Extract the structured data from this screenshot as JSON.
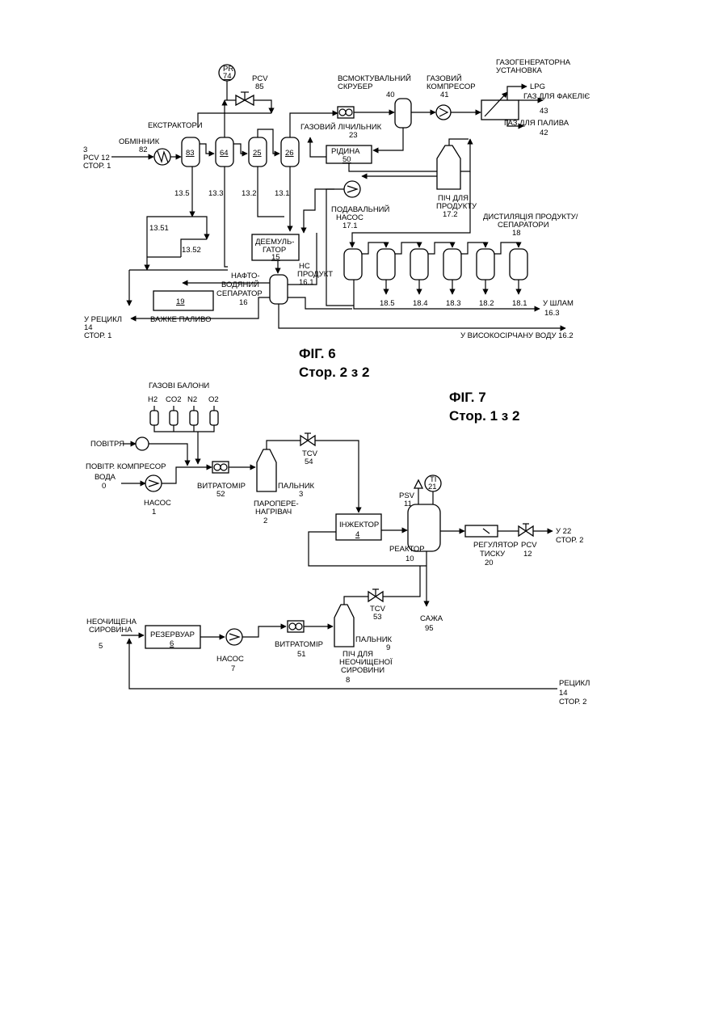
{
  "figure6": {
    "title": "ФІГ. 6",
    "page": "Стор. 2 з 2",
    "labels": {
      "input_num": "3",
      "input_pcv": "PCV 12",
      "input_page": "СТОР. 1",
      "exchanger": "ОБМІННИК",
      "exchanger_num": "82",
      "extractors": "ЕКСТРАКТОРИ",
      "pr": "PR",
      "pr_num": "74",
      "pcv": "PCV",
      "pcv_num": "85",
      "gas_meter": "ГАЗОВИЙ ЛІЧИЛЬНИК",
      "gas_meter_num": "23",
      "scrubber_1": "ВСМОКТУВАЛЬНИЙ",
      "scrubber_2": "СКРУБЕР",
      "scrubber_num": "40",
      "compressor_1": "ГАЗОВИЙ",
      "compressor_2": "КОМПРЕСОР",
      "compressor_num": "41",
      "gasgen_1": "ГАЗОГЕНЕРАТОРНА",
      "gasgen_2": "УСТАНОВКА",
      "lpg": "LPG",
      "flare_gas": "ГАЗ ДЛЯ ФАКЕЛІЄ",
      "flare_num": "43",
      "fuel_gas": "ГАЗ ДЛЯ ПАЛИВА",
      "fuel_num": "42",
      "liquid": "РІДИНА",
      "liquid_num": "50",
      "furnace_1": "ПІЧ ДЛЯ",
      "furnace_2": "ПРОДУКТУ",
      "furnace_num": "17.2",
      "pump_1": "ПОДАВАЛЬНИЙ",
      "pump_2": "НАСОС",
      "pump_num": "17.1",
      "distill_1": "ДИСТИЛЯЦІЯ ПРОДУКТУ/",
      "distill_2": "СЕПАРАТОРИ",
      "distill_num": "18",
      "demulsifier_1": "ДЕЕМУЛЬ-",
      "demulsifier_2": "ГАТОР",
      "demulsifier_num": "15",
      "hc_product_1": "HC",
      "hc_product_2": "ПРОДУКТ",
      "hc_product_num": "16.1",
      "sep_1": "НАФТО-",
      "sep_2": "ВОДЯНИЙ",
      "sep_3": "СЕПАРАТОР",
      "sep_num": "16",
      "heavy_fuel": "ВАЖКЕ ПАЛИВО",
      "heavy_num": "19",
      "recycle_1": "У РЕЦИКЛ",
      "recycle_2": "14",
      "recycle_3": "СТОР. 1",
      "sludge": "У ШЛАМ",
      "sludge_num": "16.3",
      "sour_water": "У ВИСОКОСІРЧАНУ ВОДУ 16.2",
      "ext_83": "83",
      "ext_64": "64",
      "ext_25": "25",
      "ext_26": "26",
      "s_13_5": "13.5",
      "s_13_3": "13.3",
      "s_13_2": "13.2",
      "s_13_1": "13.1",
      "s_13_51": "13.51",
      "s_13_52": "13.52",
      "d_18_5": "18.5",
      "d_18_4": "18.4",
      "d_18_3": "18.3",
      "d_18_2": "18.2",
      "d_18_1": "18.1"
    }
  },
  "figure7": {
    "title": "ФІГ. 7",
    "page": "Стор. 1 з 2",
    "labels": {
      "gas_cylinders": "ГАЗОВІ БАЛОНИ",
      "h2": "H2",
      "co2": "CO2",
      "n2": "N2",
      "o2": "O2",
      "air": "ПОВІТРЯ",
      "air_compressor": "ПОВІТР. КОМПРЕСОР",
      "water": "ВОДА",
      "water_num": "0",
      "pump": "НАСОС",
      "pump_num": "1",
      "flowmeter": "ВИТРАТОМІР",
      "flowmeter_num": "52",
      "superheater_1": "ПАРОПЕРЕ-",
      "superheater_2": "НАГРІВАЧ",
      "superheater_num": "2",
      "burner": "ПАЛЬНИК",
      "burner_num": "3",
      "tcv_top": "TCV",
      "tcv_top_num": "54",
      "injector": "ІНЖЕКТОР",
      "injector_num": "4",
      "psv": "PSV",
      "psv_num": "11",
      "ti": "TI",
      "ti_num": "21",
      "reactor": "РЕАКТОР",
      "reactor_num": "10",
      "regulator_1": "РЕГУЛЯТОР",
      "regulator_2": "ТИСКУ",
      "regulator_num": "20",
      "pcv": "PCV",
      "pcv_num": "12",
      "out_1": "У 22",
      "out_2": "СТОР. 2",
      "tcv_bottom": "TCV",
      "tcv_bottom_num": "53",
      "soot": "САЖА",
      "soot_num": "95",
      "raw_1": "НЕОЧИЩЕНА",
      "raw_2": "СИРОВИНА",
      "raw_num": "5",
      "tank": "РЕЗЕРВУАР",
      "tank_num": "6",
      "pump2": "НАСОС",
      "pump2_num": "7",
      "flowmeter2": "ВИТРАТОМІР",
      "flowmeter2_num": "51",
      "burner2": "ПАЛЬНИК",
      "burner2_num": "9",
      "furnace_1": "ПІЧ ДЛЯ",
      "furnace_2": "НЕОЧИЩЕНОЇ",
      "furnace_3": "СИРОВИНИ",
      "furnace_num": "8",
      "recycle_1": "РЕЦИКЛ",
      "recycle_2": "14",
      "recycle_3": "СТОР. 2"
    }
  }
}
